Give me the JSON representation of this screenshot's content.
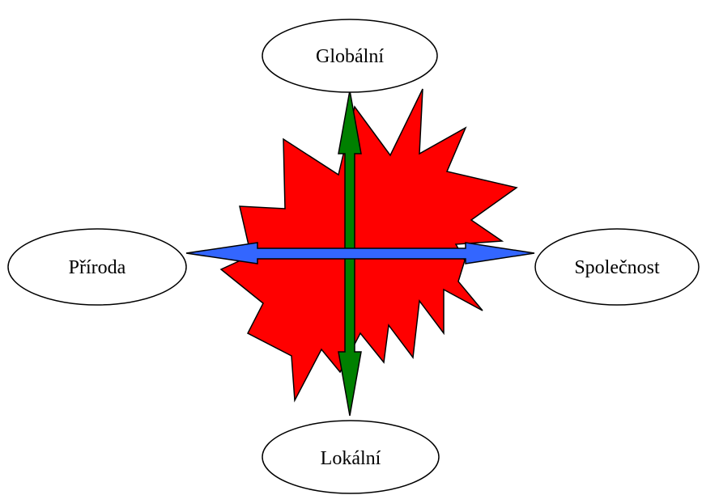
{
  "diagram": {
    "nodes": {
      "top": {
        "label": "Globální"
      },
      "left": {
        "label": "Příroda"
      },
      "right": {
        "label": "Společnost"
      },
      "bottom": {
        "label": "Lokální"
      }
    },
    "colors": {
      "explosion_fill": "#ff0000",
      "vertical_arrow_fill": "#008000",
      "horizontal_arrow_fill": "#3366ff",
      "outline": "#000000",
      "node_fill": "#ffffff"
    }
  }
}
